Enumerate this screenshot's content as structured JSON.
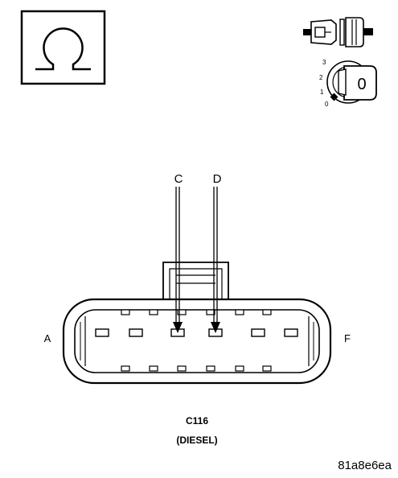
{
  "icons": {
    "meter": "ohm-symbol-icon",
    "disconnect": "disconnect-connector-icon",
    "ignition": "ignition-key-icon"
  },
  "ignition": {
    "positions": [
      "3",
      "2",
      "1",
      "0"
    ],
    "key_position": "0"
  },
  "probe_labels": {
    "left": "C",
    "right": "D"
  },
  "side_labels": {
    "left": "A",
    "right": "F"
  },
  "connector": {
    "id": "C116",
    "variant": "(DIESEL)"
  },
  "reference_code": "81a8e6ea"
}
